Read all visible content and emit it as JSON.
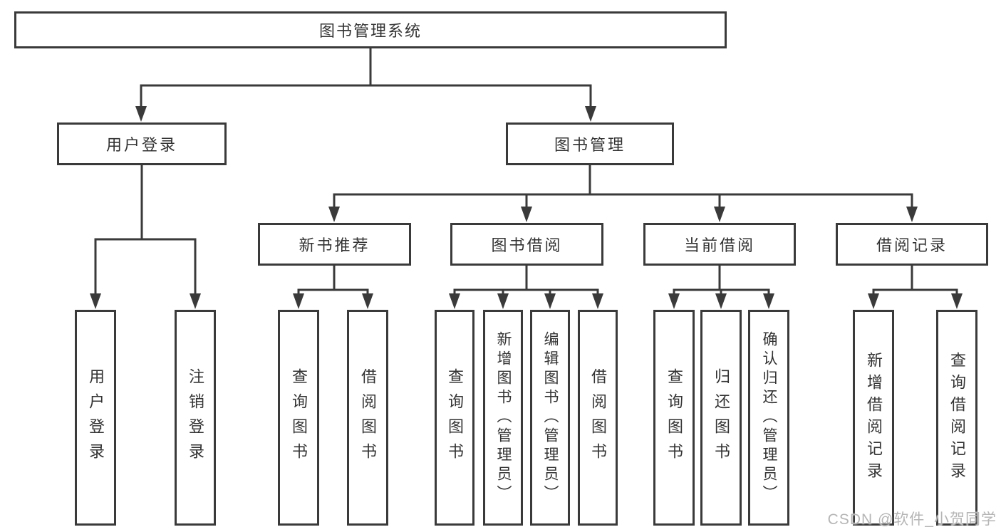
{
  "tree": {
    "label": "图书管理系统",
    "children": [
      {
        "label": "用户登录",
        "children": [
          {
            "label": "用户登录"
          },
          {
            "label": "注销登录"
          }
        ]
      },
      {
        "label": "图书管理",
        "children": [
          {
            "label": "新书推荐",
            "children": [
              {
                "label": "查询图书"
              },
              {
                "label": "借阅图书"
              }
            ]
          },
          {
            "label": "图书借阅",
            "children": [
              {
                "label": "查询图书"
              },
              {
                "label": "新增图书（管理员）"
              },
              {
                "label": "编辑图书（管理员）"
              },
              {
                "label": "借阅图书"
              }
            ]
          },
          {
            "label": "当前借阅",
            "children": [
              {
                "label": "查询图书"
              },
              {
                "label": "归还图书"
              },
              {
                "label": "确认归还（管理员）"
              }
            ]
          },
          {
            "label": "借阅记录",
            "children": [
              {
                "label": "新增借阅记录"
              },
              {
                "label": "查询借阅记录"
              }
            ]
          }
        ]
      }
    ]
  },
  "watermark": {
    "text": "CSDN @软件_小贺同学"
  },
  "colors": {
    "line": "#3a3a3a",
    "box_border": "#3a3a3a",
    "text": "#333333",
    "watermark": "#b5b5b5",
    "background": "#ffffff"
  }
}
